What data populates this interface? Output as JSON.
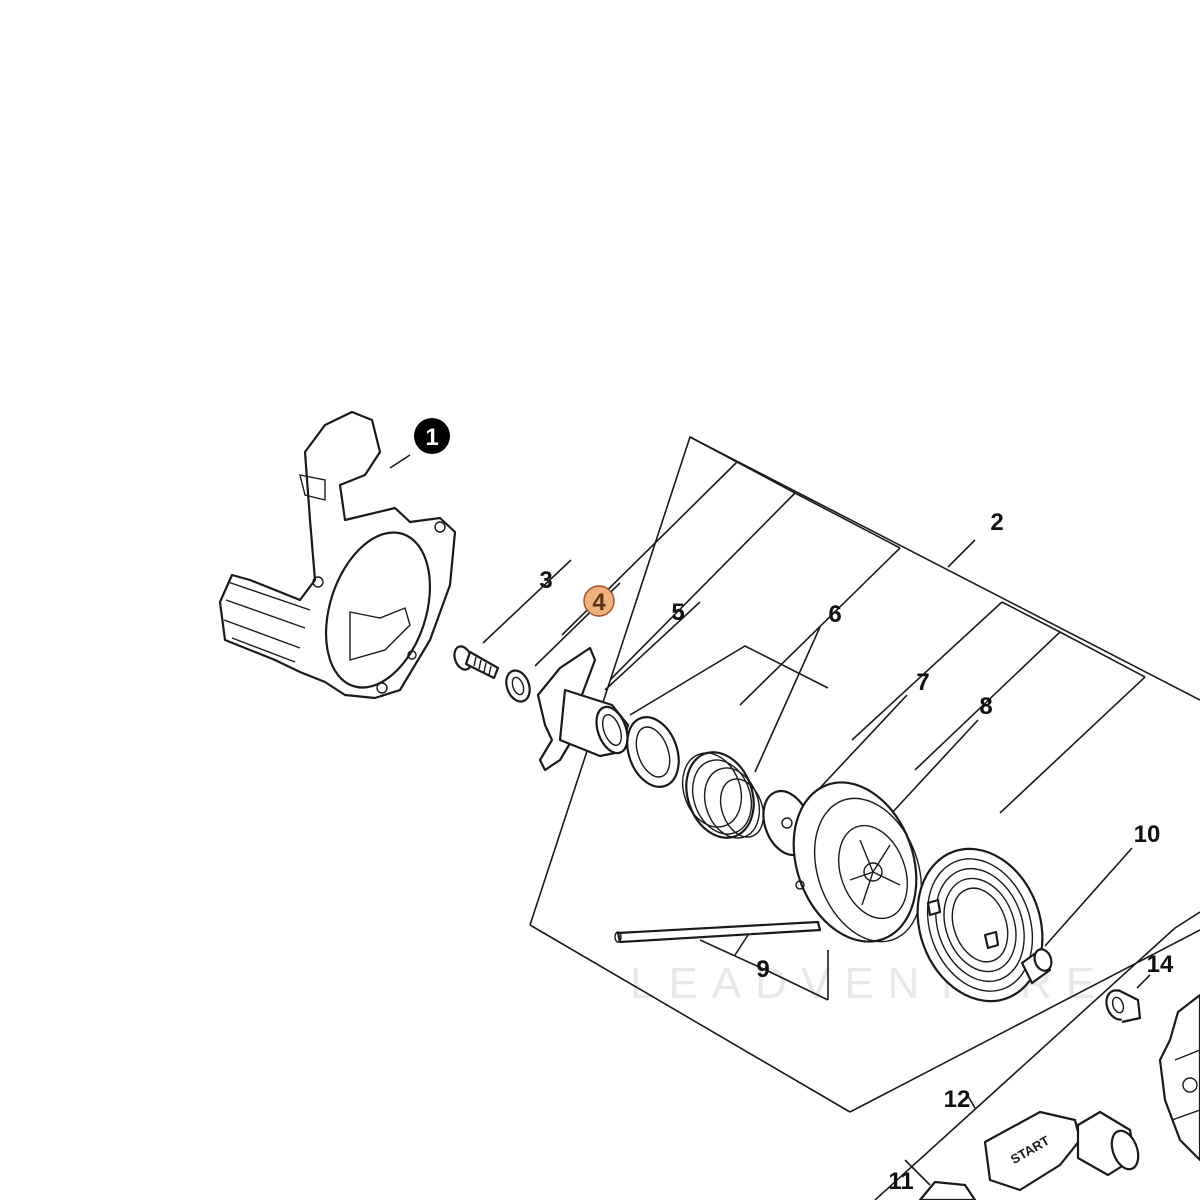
{
  "watermark": "LEADVENTURE",
  "colors": {
    "highlight_fill": "#f0b27a",
    "highlight_stroke": "#a0522d",
    "badge_fill": "#000000",
    "badge_text": "#ffffff",
    "line": "#1a1a1a"
  },
  "callouts": {
    "c1": "1",
    "c2": "2",
    "c3": "3",
    "c4": "4",
    "c5": "5",
    "c6": "6",
    "c7": "7",
    "c8": "8",
    "c9": "9",
    "c10": "10",
    "c11": "11",
    "c12": "12",
    "c14": "14"
  },
  "handle_label": "START"
}
